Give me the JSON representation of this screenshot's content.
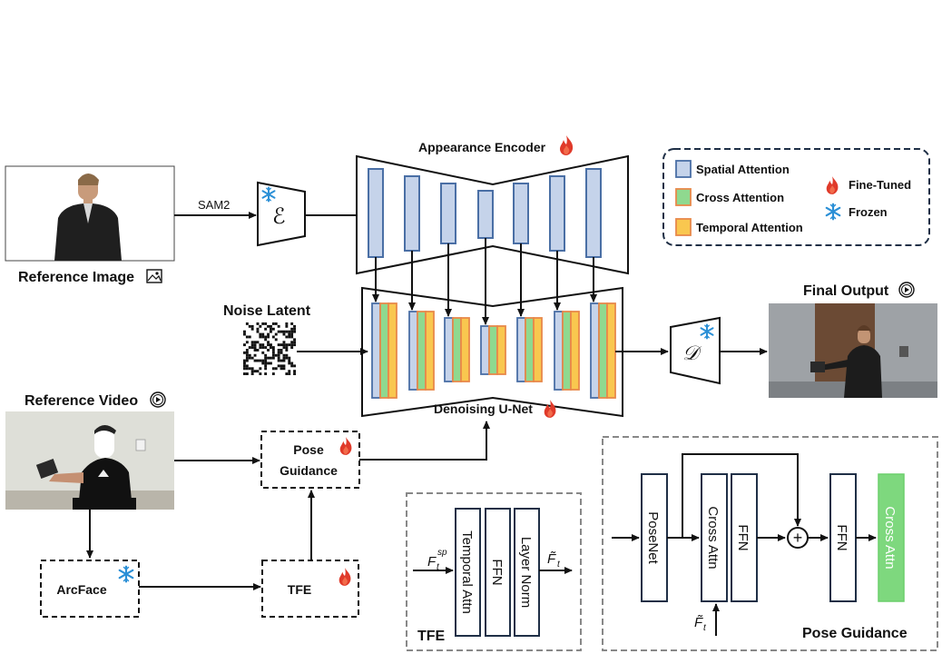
{
  "labels": {
    "reference_image": "Reference Image",
    "sam2": "SAM2",
    "appearance_encoder": "Appearance Encoder",
    "noise_latent": "Noise Latent",
    "denoising_unet": "Denoising U-Net",
    "final_output": "Final Output",
    "reference_video": "Reference Video",
    "pose_guidance_line1": "Pose",
    "pose_guidance_line2": "Guidance",
    "arcface": "ArcFace",
    "tfe": "TFE",
    "encoder_symbol": "ℰ",
    "decoder_symbol": "𝒟"
  },
  "legend": {
    "spatial": "Spatial Attention",
    "cross": "Cross Attention",
    "temporal": "Temporal Attention",
    "fine_tuned": "Fine-Tuned",
    "frozen": "Frozen"
  },
  "tfe_detail": {
    "title": "TFE",
    "input_label": "F",
    "input_sub": "t",
    "input_sup": "sp",
    "output_label": "F̃",
    "output_sub": "t",
    "blocks": [
      "Temporal Attn",
      "FFN",
      "Layer Norm"
    ]
  },
  "pose_detail": {
    "title": "Pose Guidance",
    "blocks": [
      "PoseNet",
      "Cross Attn",
      "FFN",
      "FFN",
      "Cross Attn"
    ],
    "plus": "+",
    "input_label": "F̃",
    "input_sub": "t"
  },
  "colors": {
    "spatial_fill": "#c5d3ea",
    "spatial_stroke": "#4a6fa5",
    "cross_fill": "#8fd98f",
    "temporal_fill": "#f9c74f",
    "temporal_stroke": "#e8894a",
    "cross_attn_highlight": "#7ed87e",
    "flame": "#e03a2a",
    "snow": "#2a8fd6"
  }
}
